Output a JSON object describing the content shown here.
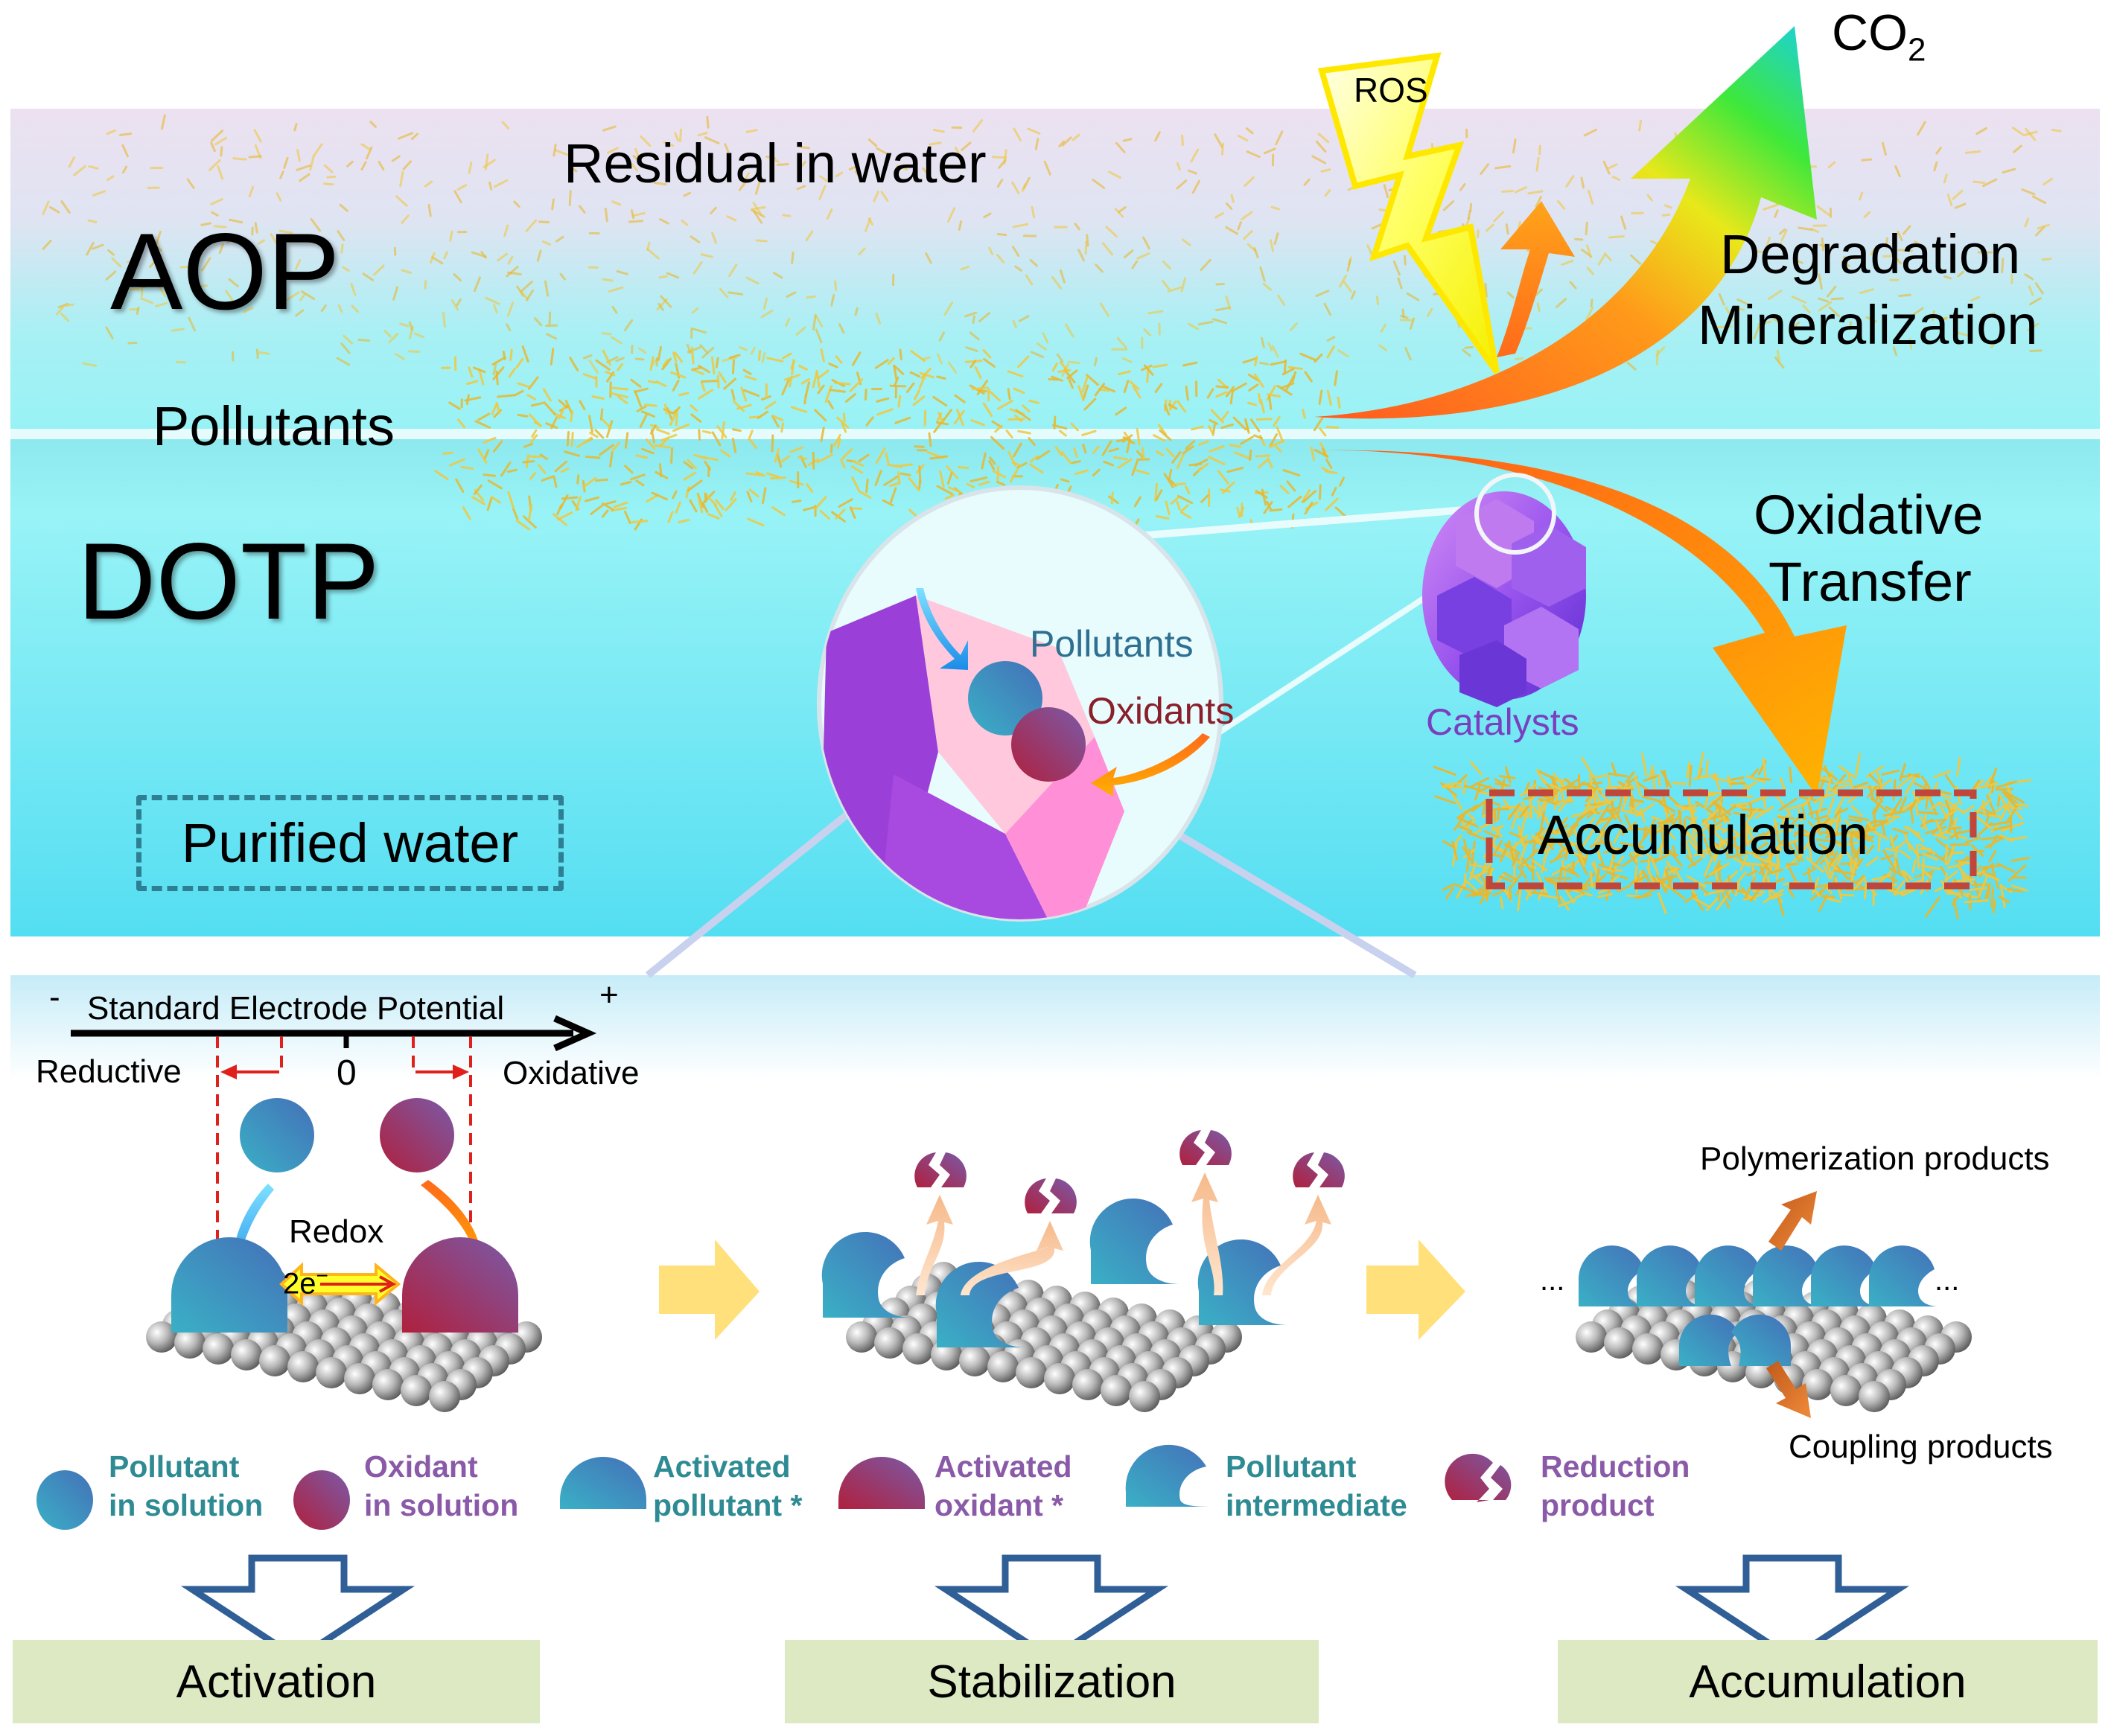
{
  "top_panel": {
    "aop_label": "AOP",
    "dotp_label": "DOTP",
    "residual_label": "Residual in water",
    "pollutants_label": "Pollutants",
    "ros_label": "ROS",
    "co2_label": "CO",
    "co2_subscript": "2",
    "degradation_label": "Degradation",
    "mineralization_label": "Mineralization",
    "oxidative_label": "Oxidative",
    "transfer_label": "Transfer",
    "catalysts_label": "Catalysts",
    "accumulation_label": "Accumulation",
    "purified_water_label": "Purified water",
    "inset": {
      "pollutants_label": "Pollutants",
      "oxidants_label": "Oxidants"
    }
  },
  "potential_axis": {
    "title": "Standard Electrode Potential",
    "minus_sign": "-",
    "plus_sign": "+",
    "zero_label": "0",
    "reductive_label": "Reductive",
    "oxidative_label": "Oxidative",
    "redox_label": "Redox",
    "electron_label": "2e",
    "electron_superscript": "−"
  },
  "accumulation_panel": {
    "polymerization_label": "Polymerization products",
    "coupling_label": "Coupling products",
    "ellipsis_left": "...",
    "ellipsis_right": "..."
  },
  "legend": [
    {
      "icon": "pollutant-sphere-icon",
      "line1": "Pollutant",
      "line2": "in solution",
      "tone": "teal"
    },
    {
      "icon": "oxidant-sphere-icon",
      "line1": "Oxidant",
      "line2": "in solution",
      "tone": "purple"
    },
    {
      "icon": "activated-pollutant-dome-icon",
      "line1": "Activated",
      "line2": "pollutant *",
      "tone": "teal"
    },
    {
      "icon": "activated-oxidant-dome-icon",
      "line1": "Activated",
      "line2": "oxidant *",
      "tone": "purple"
    },
    {
      "icon": "pollutant-intermediate-icon",
      "line1": "Pollutant",
      "line2": "intermediate",
      "tone": "teal"
    },
    {
      "icon": "reduction-product-icon",
      "line1": "Reduction",
      "line2": "product",
      "tone": "purple"
    }
  ],
  "stages": [
    {
      "label": "Activation"
    },
    {
      "label": "Stabilization"
    },
    {
      "label": "Accumulation"
    }
  ],
  "colors": {
    "water_top": "#e9e0f0",
    "water_mid": "#97f0f4",
    "water_bottom": "#56e0f2",
    "pollutant_blue": "#3f7fbf",
    "pollutant_teal": "#3aa6c2",
    "oxidant_purple": "#7b4fa0",
    "oxidant_red": "#a8244a",
    "arrow_orange": "#ff6a1a",
    "arrow_yellow": "#ffb300",
    "stage_box": "#dde9c2",
    "stage_arrow": "#2f5f96",
    "accum_dash": "#c0453a"
  }
}
